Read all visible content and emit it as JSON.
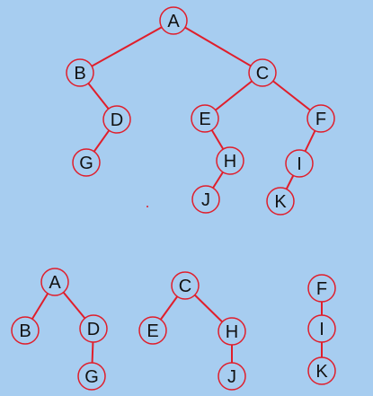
{
  "colors": {
    "background": "#a7cdf0",
    "edge": "#e01e2b",
    "node_fill": "#a7cdf0",
    "node_stroke": "#e01e2b",
    "label": "#111111"
  },
  "trees": [
    {
      "nodes": [
        {
          "id": "A",
          "label": "A"
        },
        {
          "id": "B",
          "label": "B"
        },
        {
          "id": "C",
          "label": "C"
        },
        {
          "id": "D",
          "label": "D"
        },
        {
          "id": "G",
          "label": "G"
        },
        {
          "id": "E",
          "label": "E"
        },
        {
          "id": "F",
          "label": "F"
        },
        {
          "id": "H",
          "label": "H"
        },
        {
          "id": "J",
          "label": "J"
        },
        {
          "id": "I",
          "label": "I"
        },
        {
          "id": "K",
          "label": "K"
        }
      ],
      "edges": [
        [
          "A",
          "B"
        ],
        [
          "A",
          "C"
        ],
        [
          "B",
          "D"
        ],
        [
          "D",
          "G"
        ],
        [
          "C",
          "E"
        ],
        [
          "C",
          "F"
        ],
        [
          "E",
          "H"
        ],
        [
          "H",
          "J"
        ],
        [
          "F",
          "I"
        ],
        [
          "I",
          "K"
        ]
      ]
    },
    {
      "nodes": [
        {
          "id": "A",
          "label": "A"
        },
        {
          "id": "B",
          "label": "B"
        },
        {
          "id": "D",
          "label": "D"
        },
        {
          "id": "G",
          "label": "G"
        }
      ],
      "edges": [
        [
          "A",
          "B"
        ],
        [
          "A",
          "D"
        ],
        [
          "D",
          "G"
        ]
      ]
    },
    {
      "nodes": [
        {
          "id": "C",
          "label": "C"
        },
        {
          "id": "E",
          "label": "E"
        },
        {
          "id": "H",
          "label": "H"
        },
        {
          "id": "J",
          "label": "J"
        }
      ],
      "edges": [
        [
          "C",
          "E"
        ],
        [
          "C",
          "H"
        ],
        [
          "H",
          "J"
        ]
      ]
    },
    {
      "nodes": [
        {
          "id": "F",
          "label": "F"
        },
        {
          "id": "I",
          "label": "I"
        },
        {
          "id": "K",
          "label": "K"
        }
      ],
      "edges": [
        [
          "F",
          "I"
        ],
        [
          "I",
          "K"
        ]
      ]
    }
  ]
}
